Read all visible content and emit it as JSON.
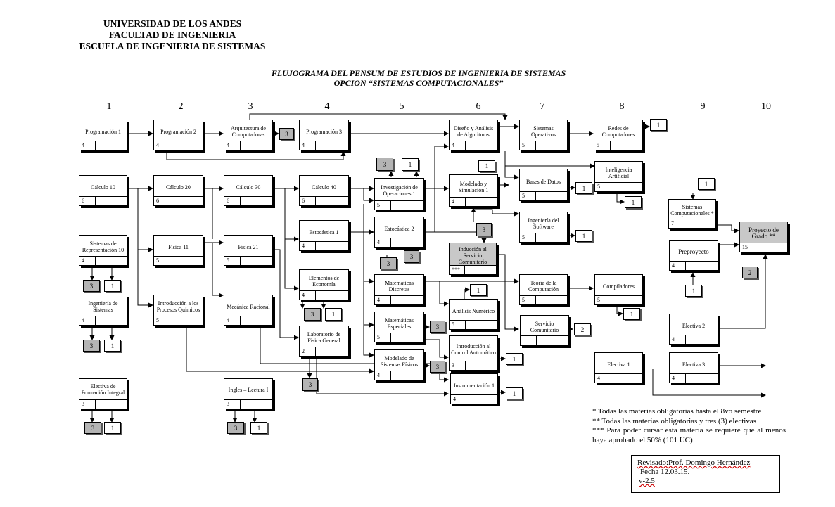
{
  "header": {
    "line1": "UNIVERSIDAD DE LOS ANDES",
    "line2": "FACULTAD DE INGENIERIA",
    "line3": "ESCUELA DE INGENIERIA  DE SISTEMAS"
  },
  "title": {
    "line1": "FLUJOGRAMA DEL PENSUM DE ESTUDIOS DE INGENIERIA DE SISTEMAS",
    "line2": "OPCION “SISTEMAS COMPUTACIONALES”"
  },
  "semesters": [
    "1",
    "2",
    "3",
    "4",
    "5",
    "6",
    "7",
    "8",
    "9",
    "10"
  ],
  "nodes": {
    "prog1": {
      "name": "Programación 1",
      "uc": "4"
    },
    "prog2": {
      "name": "Programación  2",
      "uc": "4"
    },
    "arq": {
      "name": "Arquitectura de Computadoras",
      "uc": "4"
    },
    "prog3": {
      "name": "Programación  3",
      "uc": "4"
    },
    "diseno": {
      "name": "Diseño y Análisis de Algoritmos",
      "uc": "4"
    },
    "sisop": {
      "name": "Sistemas Operativos",
      "uc": "5"
    },
    "redes": {
      "name": "Redes de Computadores",
      "uc": "5"
    },
    "calc10": {
      "name": "Cálculo 10",
      "uc": "6"
    },
    "calc20": {
      "name": "Cálculo 20",
      "uc": "6"
    },
    "calc30": {
      "name": "Cálculo 30",
      "uc": "6"
    },
    "calc40": {
      "name": "Cálculo 40",
      "uc": "6"
    },
    "invop": {
      "name": "Investigación de Operaciones 1",
      "uc": "5"
    },
    "modsim": {
      "name": "Modelado  y Simulación  1",
      "uc": "4"
    },
    "bd": {
      "name": "Bases de Datos",
      "uc": "5"
    },
    "ia": {
      "name": "Inteligencia Artificial",
      "uc": "5"
    },
    "sisrep": {
      "name": "Sistemas de Representación 10",
      "uc": "4"
    },
    "fis11": {
      "name": "Física 11",
      "uc": "5"
    },
    "fis21": {
      "name": "Física 21",
      "uc": "5"
    },
    "est1": {
      "name": "Estocástica 1",
      "uc": "4"
    },
    "est2": {
      "name": "Estocástica 2",
      "uc": "4"
    },
    "induc": {
      "name": "Inducción al Servicio Comunitario",
      "uc": "***"
    },
    "ingsw": {
      "name": "Ingeniería del Software",
      "uc": "5"
    },
    "siscomp": {
      "name": "Sistemas Computacionales *",
      "uc": "7"
    },
    "proygrado": {
      "name": "Proyecto de Grado **",
      "uc": "15"
    },
    "preproy": {
      "name": "Preproyecto",
      "uc": "4"
    },
    "elemecon": {
      "name": "Elementos de Economía",
      "uc": "4"
    },
    "matdisc": {
      "name": "Matemáticas Discretas",
      "uc": "4"
    },
    "teocomp": {
      "name": "Teoría  de la Computación",
      "uc": "5"
    },
    "compil": {
      "name": "Compiladores",
      "uc": "5"
    },
    "ingsis": {
      "name": "Ingeniería de Sistemas",
      "uc": "4"
    },
    "intquim": {
      "name": "Introducción a los Procesos Químicos",
      "uc": "5"
    },
    "mecrac": {
      "name": "Mecánica Racional",
      "uc": "4"
    },
    "anum": {
      "name": "Análisis Numérico",
      "uc": "5"
    },
    "matesp": {
      "name": "Matemáticas Especiales",
      "uc": "5"
    },
    "servcom": {
      "name": "Servicio Comunitario",
      "uc": ""
    },
    "labfis": {
      "name": "Laboratorio de Física General",
      "uc": "2"
    },
    "modfis": {
      "name": "Modelado de Sistemas Físicos",
      "uc": "4"
    },
    "intctrl": {
      "name": "Introducción al Control Automático",
      "uc": "3"
    },
    "electiva1": {
      "name": "Electiva 1",
      "uc": "4"
    },
    "electiva2": {
      "name": "Electiva 2",
      "uc": "4"
    },
    "electiva3": {
      "name": "Electiva 3",
      "uc": "4"
    },
    "instr": {
      "name": "Instrumentación 1",
      "uc": "4"
    },
    "elecform": {
      "name": "Electiva de Formación Integral",
      "uc": "3"
    },
    "ingles": {
      "name": "Ingles – Lectura I",
      "uc": "3"
    }
  },
  "tags": {
    "t_arq": "3",
    "t_redes": "1",
    "t_invop_a": "3",
    "t_invop_b": "1",
    "t_modsim": "1",
    "t_bd": "1",
    "t_ia": "1",
    "t_sisrep_a": "3",
    "t_sisrep_b": "1",
    "t_induc": "3",
    "t_ingsw": "1",
    "t_siscomp": "1",
    "t_est2_a": "3",
    "t_est2_b": "3",
    "t_proy": "2",
    "t_anum": "1",
    "t_preproy": "1",
    "t_elem_a": "3",
    "t_elem_b": "1",
    "t_compil": "1",
    "t_ingsis_a": "3",
    "t_ingsis_b": "1",
    "t_matesp": "3",
    "t_serv": "2",
    "t_modfis": "3",
    "t_intctrl": "1",
    "t_lab": "3",
    "t_instr": "1",
    "t_elec_a": "3",
    "t_elec_b": "1",
    "t_ingles_a": "3",
    "t_ingles_b": "1"
  },
  "notes": {
    "n1": "*   Todas las materias  obligatorias hasta el 8vo semestre",
    "n2": "** Todas las materias  obligatorias  y tres (3) electivas",
    "n3": "***  Para  poder  cursar  esta materia  se requiere  que al menos haya aprobado el 50%  (101 UC)"
  },
  "revision": {
    "l1": "Revisado:Prof. Domingo Hernández",
    "l2": "Fecha  12.03.15.",
    "l3": "v-2.5"
  }
}
